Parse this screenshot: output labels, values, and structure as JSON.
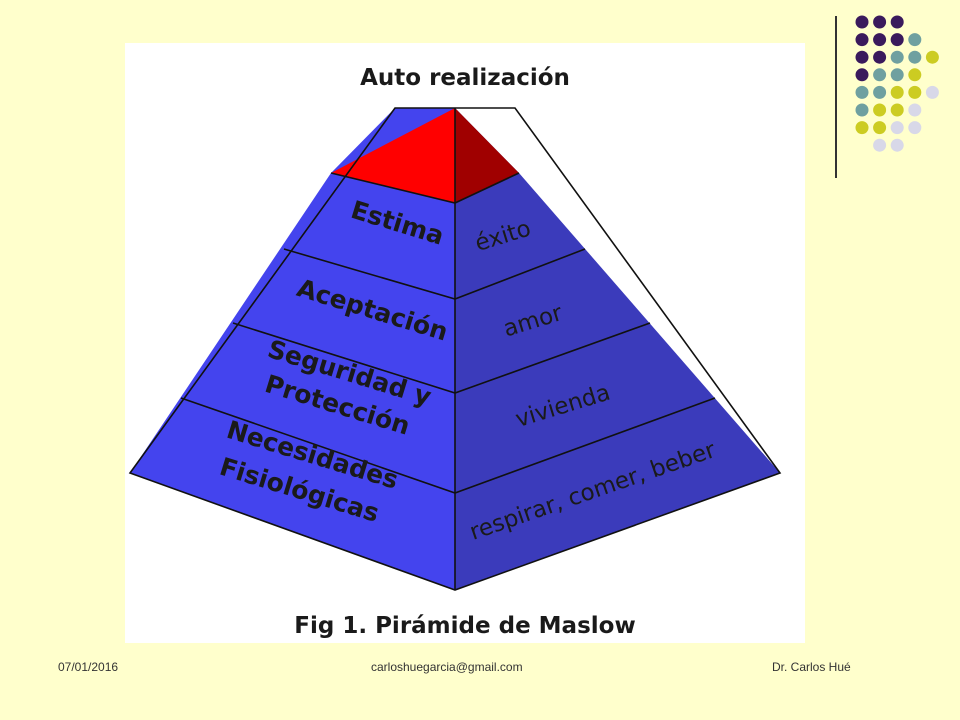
{
  "colors": {
    "background": "#ffffcc",
    "pyramid_left_face": "#4444ee",
    "pyramid_right_face": "#3b3bbb",
    "apex_left": "#ff0000",
    "apex_right": "#a00000",
    "dot_purple": "#3a1a5c",
    "dot_teal": "#6fa0a0",
    "dot_yellow": "#cccc22",
    "dot_lavender": "#d8d8e8"
  },
  "figure": {
    "top_label": "Auto realización",
    "caption": "Fig 1. Pirámide de Maslow",
    "levels": [
      {
        "left": [
          "Estima"
        ],
        "right": "éxito"
      },
      {
        "left": [
          "Aceptación"
        ],
        "right": "amor"
      },
      {
        "left": [
          "Seguridad y",
          "Protección"
        ],
        "right": "vivienda"
      },
      {
        "left": [
          "Necesidades",
          "Fisiológicas"
        ],
        "right": "respirar, comer, beber"
      }
    ]
  },
  "decor": {
    "dot_rows": [
      [
        "purple",
        "purple",
        "purple"
      ],
      [
        "purple",
        "purple",
        "purple",
        "teal"
      ],
      [
        "purple",
        "purple",
        "teal",
        "teal",
        "yellow"
      ],
      [
        "purple",
        "teal",
        "teal",
        "yellow"
      ],
      [
        "teal",
        "teal",
        "yellow",
        "yellow",
        "lavender"
      ],
      [
        "teal",
        "yellow",
        "yellow",
        "lavender"
      ],
      [
        "yellow",
        "yellow",
        "lavender",
        "lavender"
      ],
      [
        "lavender",
        "lavender"
      ]
    ]
  },
  "footer": {
    "date": "07/01/2016",
    "email": "carloshuegarcia@gmail.com",
    "author": "Dr. Carlos Hué"
  }
}
